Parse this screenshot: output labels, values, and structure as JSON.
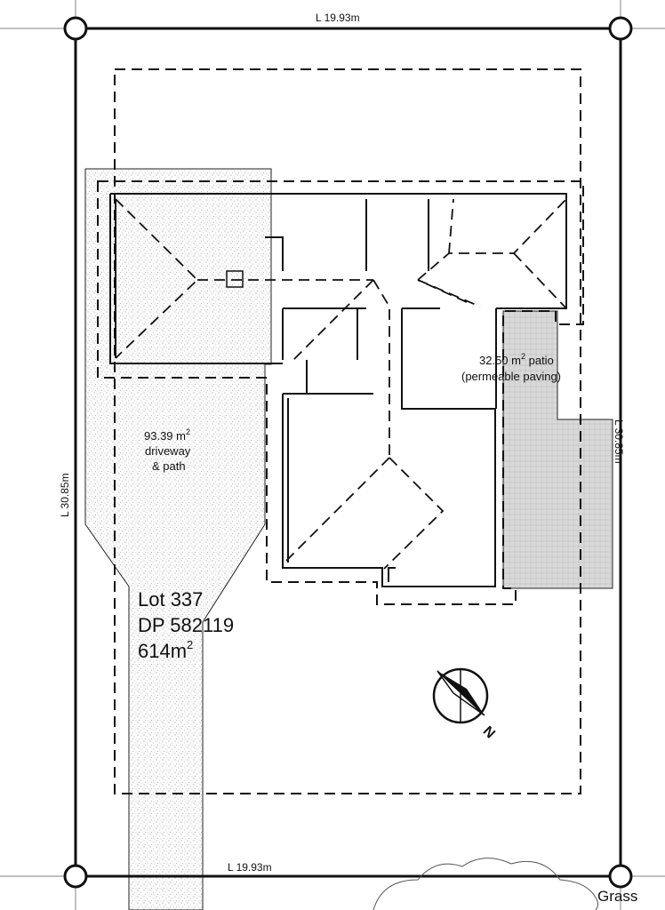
{
  "boundary": {
    "top_length": "L 19.93m",
    "bottom_length": "L 19.93m",
    "left_length": "L 30.85m",
    "right_length": "L 30.85m"
  },
  "driveway": {
    "area_value": "93.39 m",
    "area_sup": "2",
    "line2": "driveway",
    "line3": "& path"
  },
  "patio": {
    "area_value": "32.50 m",
    "area_sup": "2",
    "label_rest": " patio",
    "line2": "(permeable paving)"
  },
  "lot": {
    "line1": "Lot 337",
    "line2": "DP 582119",
    "area_value": "614m",
    "area_sup": "2"
  },
  "grass_label": "Grass",
  "north_arrow": {
    "letter": "N",
    "icon": "north-arrow-icon"
  },
  "colors": {
    "line": "#111111",
    "stipple": "#b8b8b8",
    "paving": "#d6d6d6"
  }
}
